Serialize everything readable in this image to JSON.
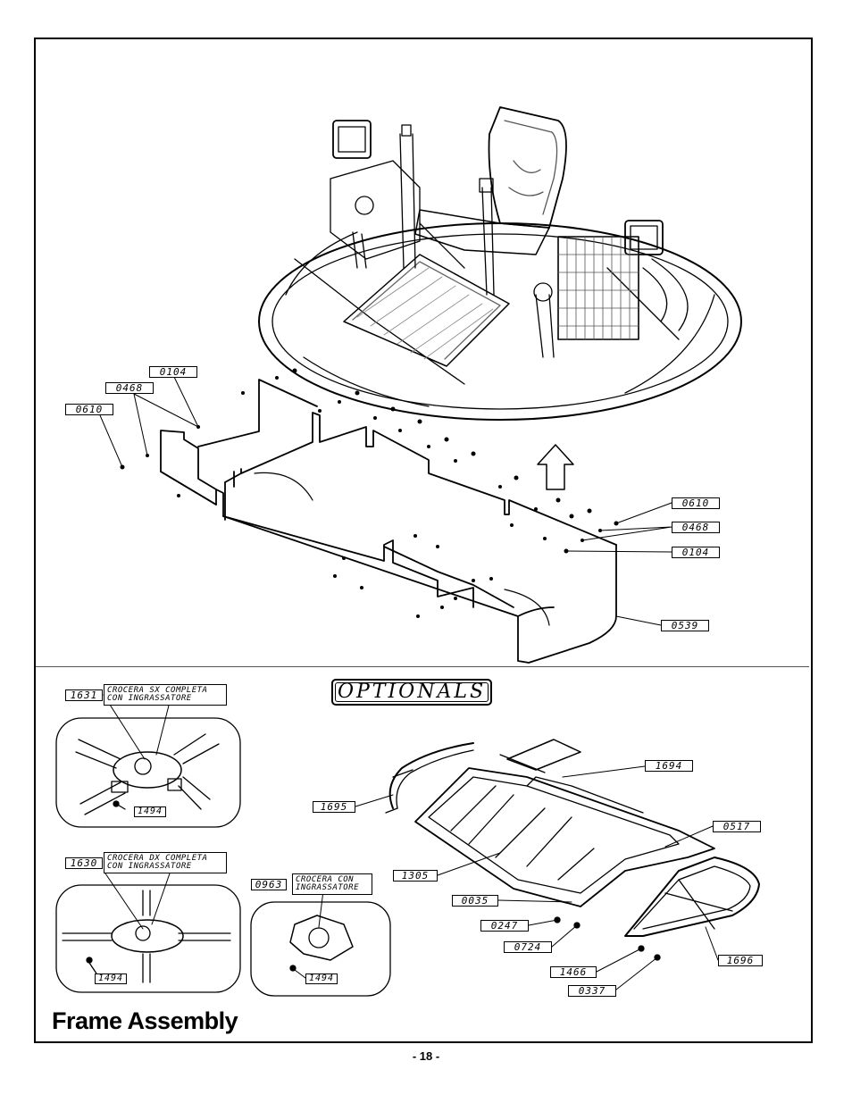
{
  "title": "Frame Assembly",
  "page_number": "- 18 -",
  "optionals_label": "OPTIONALS",
  "part_labels": {
    "top_left_0104": "0104",
    "top_left_0468": "0468",
    "top_left_0610": "0610",
    "right_0610": "0610",
    "right_0468": "0468",
    "right_0104": "0104",
    "shield_0539": "0539",
    "p1494_a": "1494",
    "p1494_b": "1494",
    "p1494_c": "1494",
    "p1631": "1631",
    "p1630": "1630",
    "p0963": "0963",
    "p1694": "1694",
    "p1695": "1695",
    "p0517": "0517",
    "p1305": "1305",
    "p0035": "0035",
    "p0247": "0247",
    "p0724": "0724",
    "p1466": "1466",
    "p0337": "0337",
    "p1696": "1696"
  },
  "descriptions": {
    "crocera_sx_line1": "CROCERA SX COMPLETA",
    "crocera_sx_line2": "CON INGRASSATORE",
    "crocera_dx_line1": "CROCERA DX COMPLETA",
    "crocera_dx_line2": "CON INGRASSATORE",
    "crocera_line1": "CROCERA CON",
    "crocera_line2": "INGRASSATORE"
  }
}
